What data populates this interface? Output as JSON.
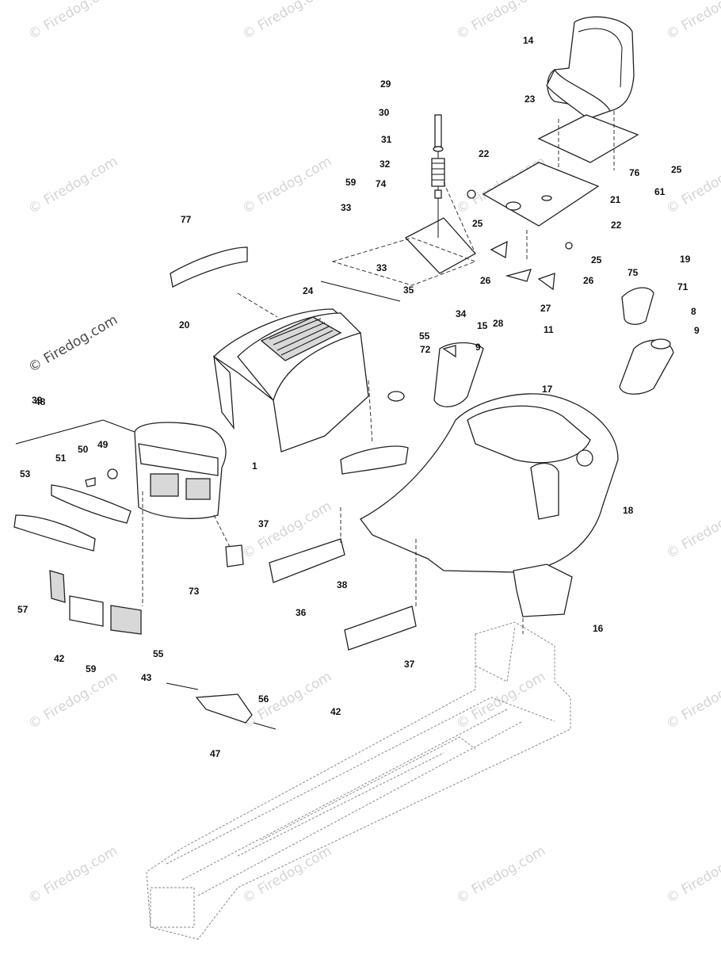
{
  "watermark": {
    "text": "© Firedog.com",
    "prominent_text": "© Firedog.com"
  },
  "callouts": [
    "1",
    "8",
    "9",
    "9",
    "11",
    "14",
    "15",
    "16",
    "17",
    "18",
    "19",
    "20",
    "21",
    "22",
    "22",
    "23",
    "24",
    "25",
    "25",
    "25",
    "26",
    "26",
    "27",
    "28",
    "29",
    "30",
    "31",
    "32",
    "33",
    "33",
    "34",
    "35",
    "36",
    "37",
    "37",
    "38",
    "39",
    "42",
    "42",
    "43",
    "47",
    "48",
    "49",
    "50",
    "51",
    "53",
    "55",
    "55",
    "56",
    "57",
    "59",
    "59",
    "61",
    "71",
    "72",
    "73",
    "74",
    "75",
    "76",
    "77"
  ],
  "colors": {
    "line": "#222222",
    "watermark": "#d4d4d4",
    "background": "#ffffff"
  }
}
